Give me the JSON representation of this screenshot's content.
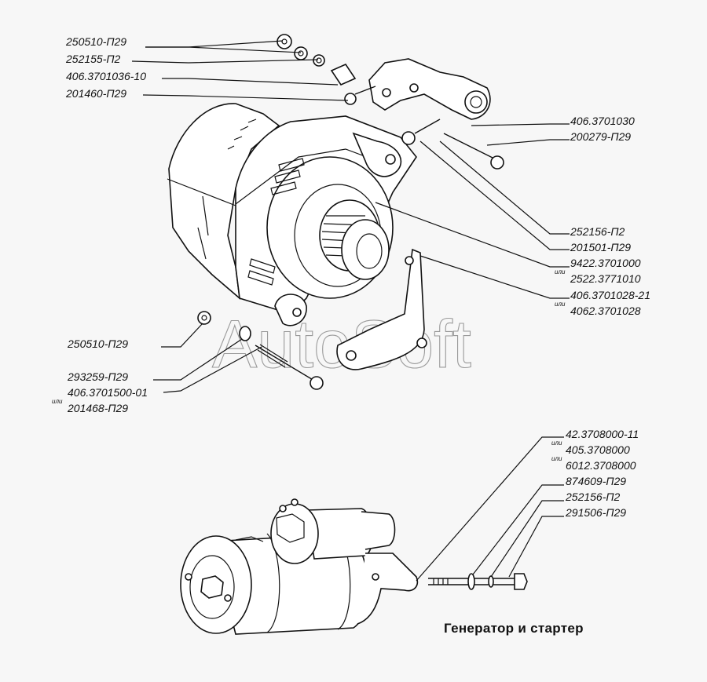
{
  "title": "Генератор и стартер",
  "watermark": "AutoSoft",
  "or_word": "или",
  "generator": {
    "labels_left_top": [
      {
        "part": "250510-П29"
      },
      {
        "part": "252155-П2"
      },
      {
        "part": "406.3701036-10"
      },
      {
        "part": "201460-П29"
      }
    ],
    "labels_right": [
      {
        "part": "406.3701030"
      },
      {
        "part": "200279-П29"
      },
      {
        "part": "252156-П2"
      },
      {
        "part": "201501-П29"
      },
      {
        "part": "9422.3701000",
        "alt": "2522.3771010"
      },
      {
        "part": "406.3701028-21",
        "alt": "4062.3701028"
      }
    ],
    "labels_left_bottom": [
      {
        "part": "250510-П29"
      },
      {
        "part": "293259-П29"
      },
      {
        "part": "406.3701500-01",
        "alt": "201468-П29"
      }
    ]
  },
  "starter": {
    "labels_right": [
      {
        "part": "42.3708000-11",
        "alt": "405.3708000",
        "alt2": "6012.3708000"
      },
      {
        "part": "874609-П29"
      },
      {
        "part": "252156-П2"
      },
      {
        "part": "291506-П29"
      }
    ]
  }
}
